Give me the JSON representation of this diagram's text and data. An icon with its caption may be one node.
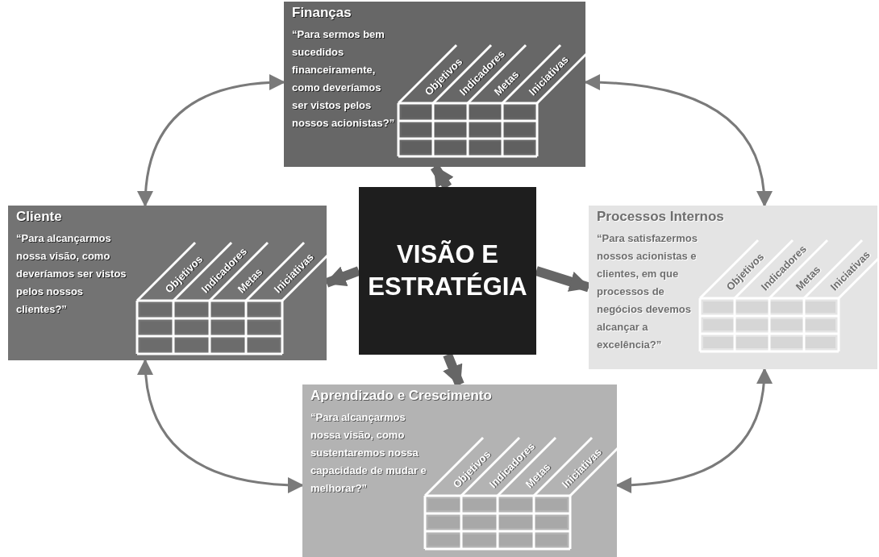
{
  "diagram": {
    "nodes": [
      {
        "text": [
          "Finanças",
          "“Para sermos bem sucedidos financeiramente, como deveríamos ser vistos pelos nossos acionistas?”",
          "Objetivos",
          "Indicadores",
          "Metas",
          "Iniciativas"
        ]
      },
      {
        "text": [
          "Cliente",
          "“Para alcançarmos nossa visão, como deveríamos ser vistos pelos nossos clientes?”",
          "Objetivos",
          "Indicadores",
          "Metas",
          "Iniciativas"
        ]
      },
      {
        "text": [
          "VISÃO E ESTRATÉGIA"
        ]
      },
      {
        "text": [
          "Processos Internos",
          "“Para satisfazermos nossos acionistas e clientes, em que processos de negócios devemos alcançar a excelência?”",
          "Objetivos",
          "Indicadores",
          "Metas",
          "Iniciativas"
        ]
      },
      {
        "text": [
          "Aprendizado e Crescimento",
          "“Para alcançarmos nossa visão, como sustentaremos nossa capacidade de mudar e melhorar?”",
          "Objetivos",
          "Indicadores",
          "Metas",
          "Iniciativas"
        ]
      }
    ],
    "edges": [
      {
        "from": 2,
        "to": 0,
        "arrow": "to",
        "style": "thick"
      },
      {
        "from": 2,
        "to": 1,
        "arrow": "to",
        "style": "thick"
      },
      {
        "from": 2,
        "to": 3,
        "arrow": "to",
        "style": "thick"
      },
      {
        "from": 2,
        "to": 4,
        "arrow": "to",
        "style": "thick"
      },
      {
        "from": 1,
        "to": 0,
        "arrow": "both"
      },
      {
        "from": 0,
        "to": 3,
        "arrow": "both"
      },
      {
        "from": 1,
        "to": 4,
        "arrow": "both"
      },
      {
        "from": 3,
        "to": 4,
        "arrow": "both"
      }
    ]
  }
}
